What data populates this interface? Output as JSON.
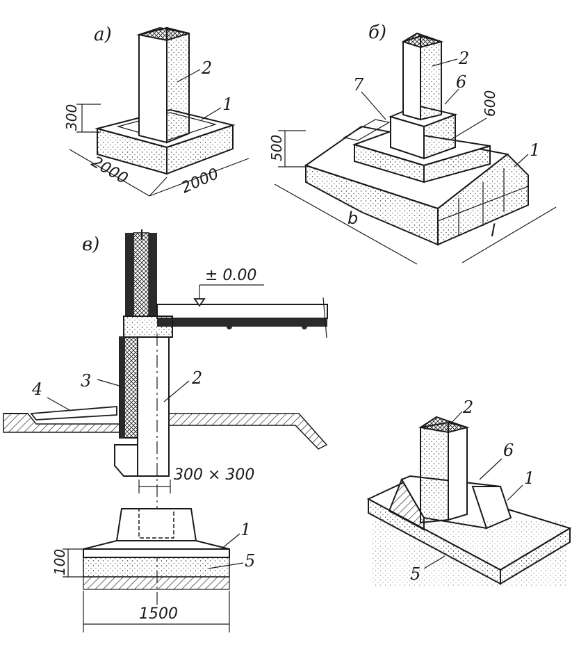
{
  "figures": {
    "a": {
      "label": "а)",
      "callouts": {
        "column": "2",
        "footing": "1"
      },
      "dims": {
        "height": "300",
        "width": "2000",
        "depth": "2000"
      }
    },
    "b": {
      "label": "б)",
      "callouts": {
        "column": "2",
        "socket": "6",
        "pad": "7",
        "base": "1"
      },
      "dims": {
        "height": "500",
        "step": "600",
        "length_b": "b",
        "length_l": "l"
      }
    },
    "v": {
      "label": "в)",
      "level_mark": "± 0.00",
      "callouts": {
        "column": "2",
        "insulation": "3",
        "blind_area": "4",
        "footing": "1",
        "bedding": "5"
      },
      "dims": {
        "section": "300 × 300",
        "bedding_thickness": "100",
        "width": "1500"
      }
    },
    "g": {
      "callouts": {
        "column": "2",
        "socket": "6",
        "footing": "1",
        "bedding": "5"
      }
    }
  },
  "colors": {
    "ink": "#1a1a1a",
    "paper": "#ffffff",
    "concrete": "#f4f4f4",
    "fill_dark": "#2b2b2b"
  }
}
